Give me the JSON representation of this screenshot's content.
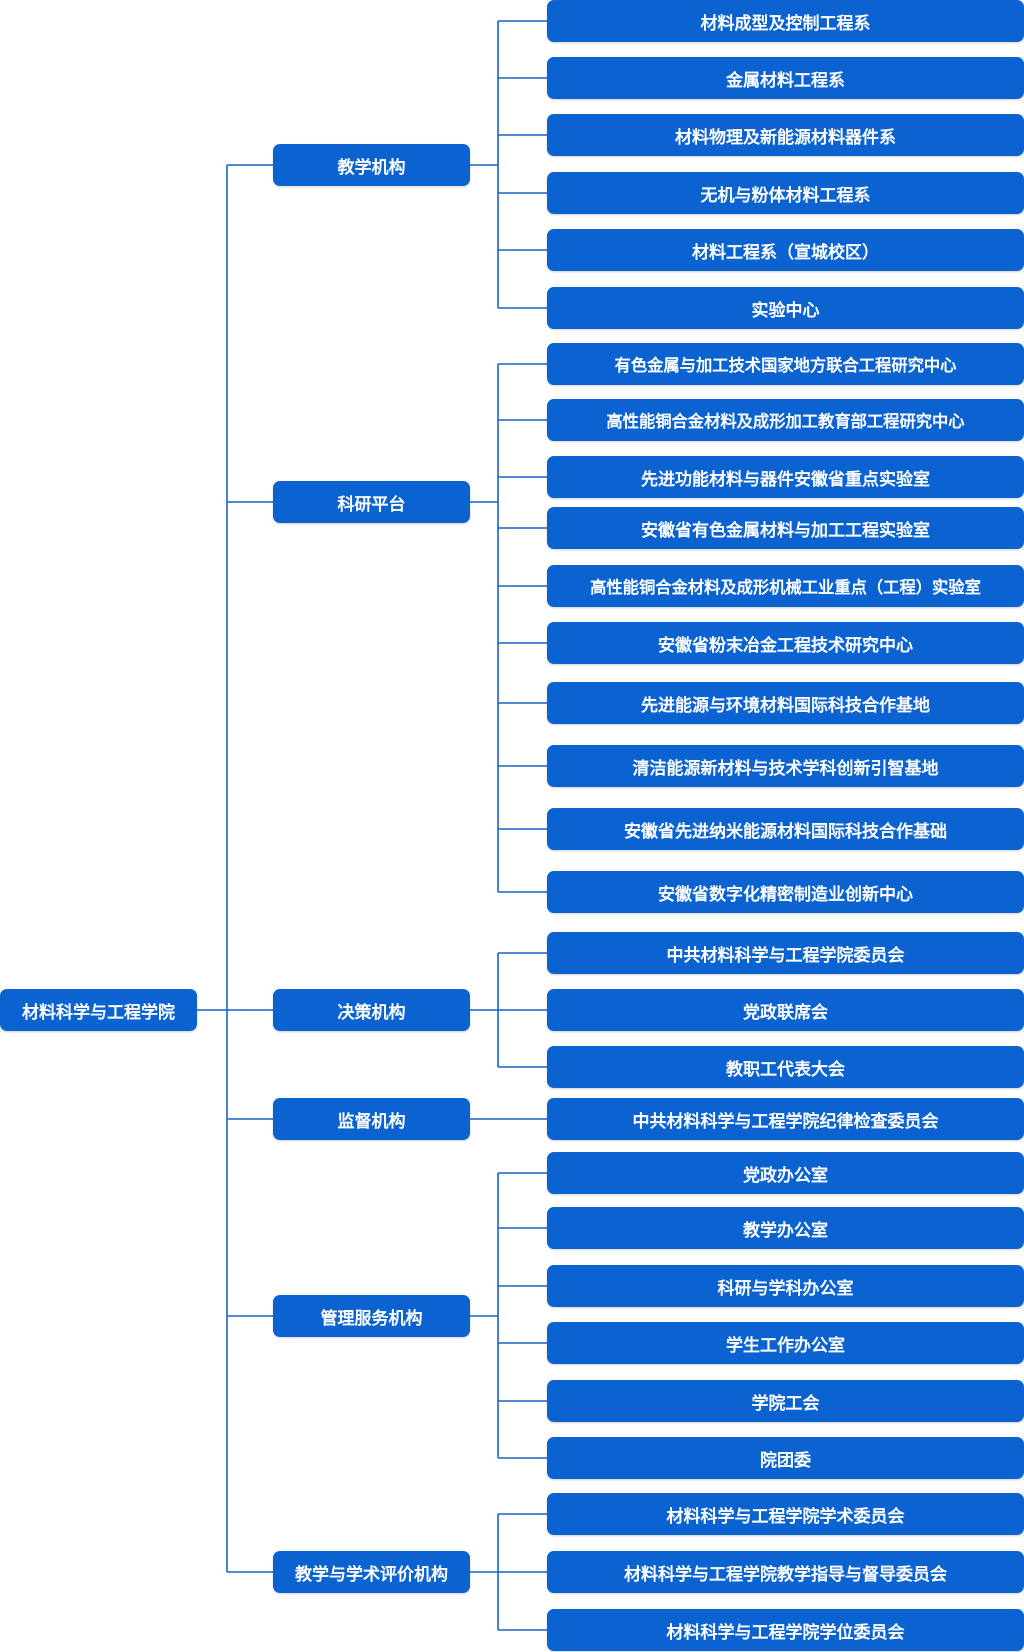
{
  "root": "材料科学与工程学院",
  "categories": [
    {
      "label": "教学机构",
      "children": [
        "材料成型及控制工程系",
        "金属材料工程系",
        "材料物理及新能源材料器件系",
        "无机与粉体材料工程系",
        "材料工程系（宣城校区）",
        "实验中心"
      ]
    },
    {
      "label": "科研平台",
      "children": [
        "有色金属与加工技术国家地方联合工程研究中心",
        "高性能铜合金材料及成形加工教育部工程研究中心",
        "先进功能材料与器件安徽省重点实验室",
        "安徽省有色金属材料与加工工程实验室",
        "高性能铜合金材料及成形机械工业重点（工程）实验室",
        "安徽省粉末冶金工程技术研究中心",
        "先进能源与环境材料国际科技合作基地",
        "清洁能源新材料与技术学科创新引智基地",
        "安徽省先进纳米能源材料国际科技合作基础",
        "安徽省数字化精密制造业创新中心"
      ]
    },
    {
      "label": "决策机构",
      "children": [
        "中共材料科学与工程学院委员会",
        "党政联席会",
        "教职工代表大会"
      ]
    },
    {
      "label": "监督机构",
      "children": [
        "中共材料科学与工程学院纪律检查委员会"
      ]
    },
    {
      "label": "管理服务机构",
      "children": [
        "党政办公室",
        "教学办公室",
        "科研与学科办公室",
        "学生工作办公室",
        "学院工会",
        "院团委"
      ]
    },
    {
      "label": "教学与学术评价机构",
      "children": [
        "材料科学与工程学院学术委员会",
        "材料科学与工程学院教学指导与督导委员会",
        "材料科学与工程学院学位委员会"
      ]
    }
  ]
}
